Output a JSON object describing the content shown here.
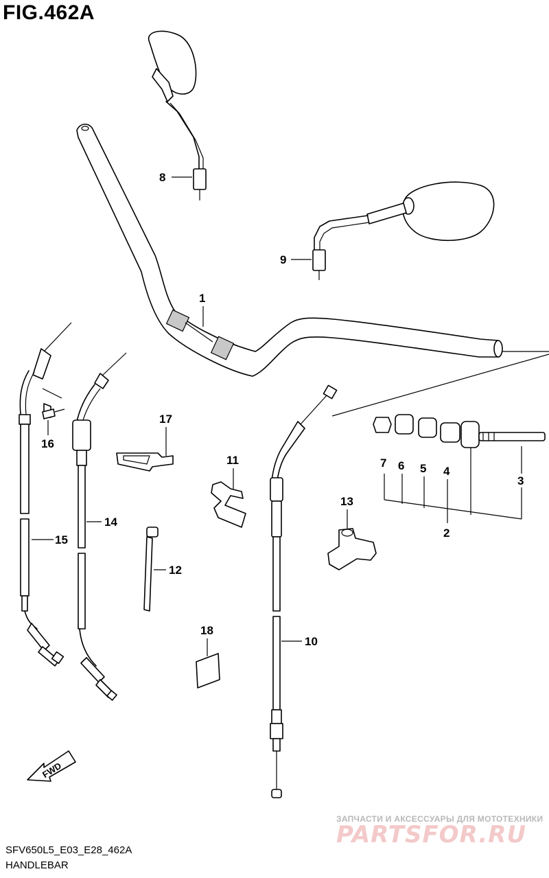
{
  "figure": {
    "title": "FIG.462A",
    "model_code": "SFV650L5_E03_E28_462A",
    "name": "HANDLEBAR"
  },
  "callouts": [
    "1",
    "2",
    "3",
    "4",
    "5",
    "6",
    "7",
    "8",
    "9",
    "10",
    "11",
    "12",
    "13",
    "14",
    "15",
    "16",
    "17",
    "18"
  ],
  "fwd_label": "FWD",
  "watermark": {
    "line1": "ЗАПЧАСТИ И АКСЕССУАРЫ ДЛЯ МОТОТЕХНИКИ",
    "logo": "PARTSFOR.RU"
  }
}
